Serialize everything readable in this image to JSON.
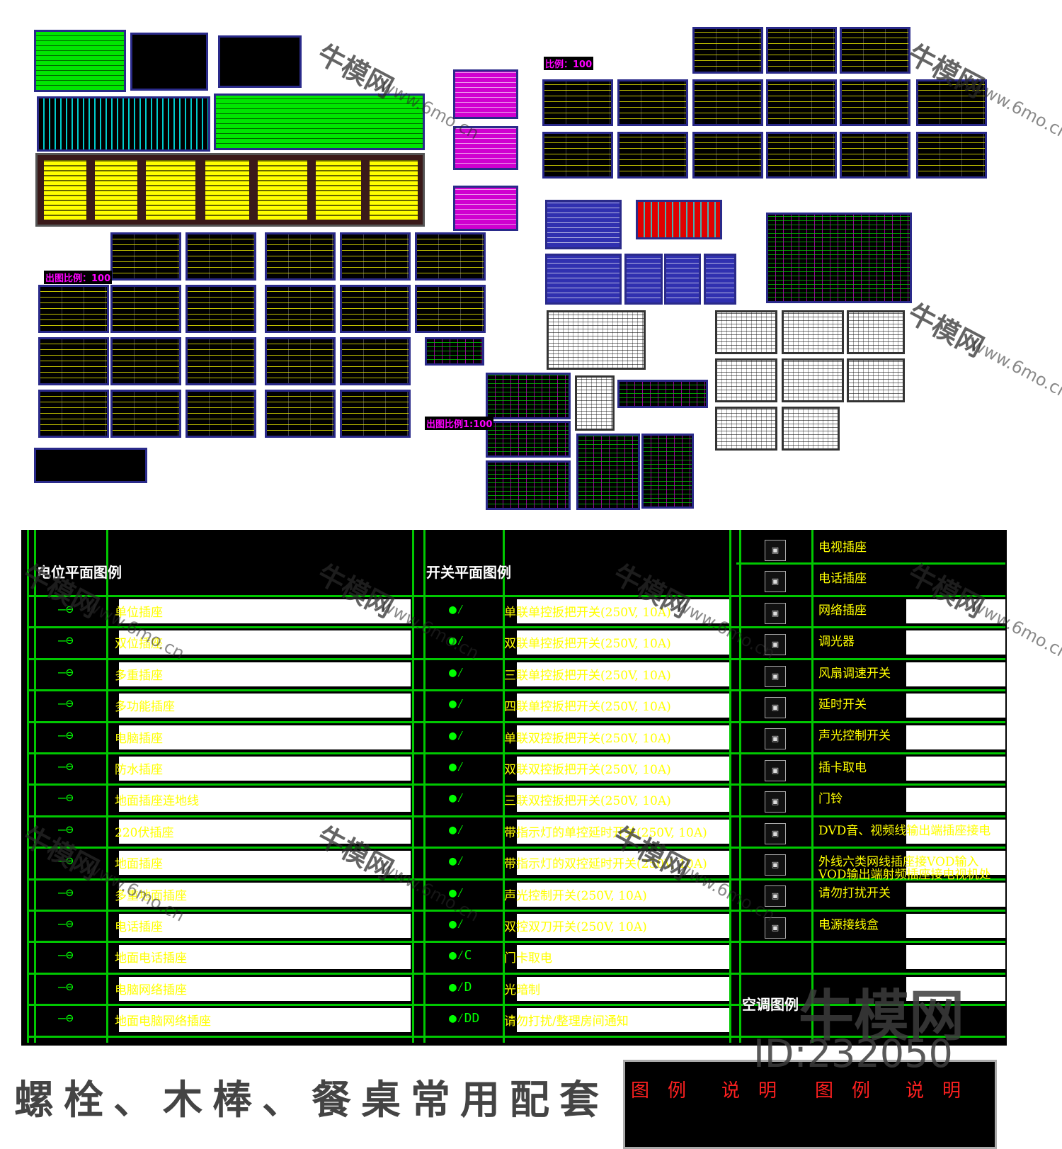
{
  "overview": {
    "scale_label_1": "出图比例：100",
    "scale_label_2": "比例：100",
    "scale_label_3": "出图比例1:100"
  },
  "legend_socket": {
    "title": "电位平面图例",
    "items": [
      "单位插座",
      "双位插座",
      "多重插座",
      "多功能插座",
      "电脑插座",
      "防水插座",
      "地面插座连地线",
      "220伏插座",
      "地面插座",
      "多重地面插座",
      "电话插座",
      "地面电话插座",
      "电脑网络插座",
      "地面电脑网络插座"
    ]
  },
  "legend_switch": {
    "title": "开关平面图例",
    "items": [
      "单联单控扳把开关(250V, 10A)",
      "双联单控扳把开关(250V, 10A)",
      "三联单控扳把开关(250V, 10A)",
      "四联单控扳把开关(250V, 10A)",
      "单联双控扳把开关(250V, 10A)",
      "双联双控扳把开关(250V, 10A)",
      "三联双控扳把开关(250V, 10A)",
      "带指示灯的单控延时开关(250V, 10A)",
      "带指示灯的双控延时开关(250V, 10A)",
      "声光控制开关(250V, 10A)",
      "双控双刀开关(250V, 10A)",
      "门卡取电",
      "光暗制",
      "请勿打扰/整理房间通知"
    ],
    "symbols": [
      "",
      "",
      "",
      "",
      "",
      "",
      "",
      "",
      "",
      "",
      "",
      "C",
      "D",
      "DD"
    ]
  },
  "legend_other": {
    "items": [
      "电视插座",
      "电话插座",
      "网络插座",
      "调光器",
      "风扇调速开关",
      "延时开关",
      "声光控制开关",
      "插卡取电",
      "门铃",
      "DVD音、视频线输出端插座接电",
      "外线六类网线插座接VOD输入\nVOD输出端射频插座接电视机处",
      "请勿打扰开关",
      "电源接线盒"
    ],
    "ac_title": "空调图例"
  },
  "watermark": {
    "brand": "牛模网",
    "url": "www.6mo.cn",
    "big_brand": "牛模网",
    "id": "ID:232050"
  },
  "bottom": {
    "title": "螺栓、木棒、餐桌常用配套",
    "table_headers": [
      "图　例",
      "说　明",
      "图　例",
      "说　明"
    ]
  }
}
